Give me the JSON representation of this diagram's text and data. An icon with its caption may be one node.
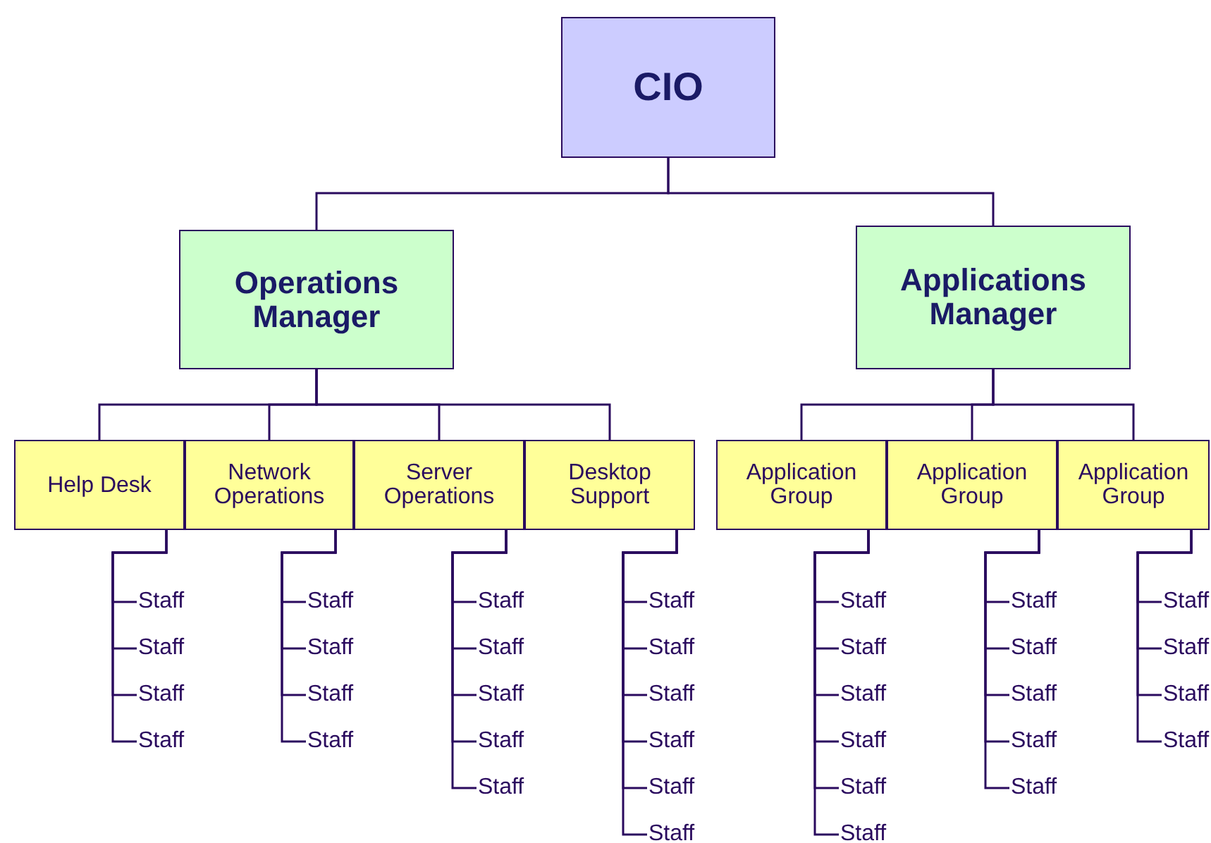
{
  "diagram": {
    "nodes": [
      {
        "text": [
          "CIO"
        ]
      },
      {
        "text": [
          "Operations Manager"
        ]
      },
      {
        "text": [
          "Applications Manager"
        ]
      },
      {
        "text": [
          "Help Desk"
        ]
      },
      {
        "text": [
          "Network Operations"
        ]
      },
      {
        "text": [
          "Server Operations"
        ]
      },
      {
        "text": [
          "Desktop Support"
        ]
      },
      {
        "text": [
          "Application Group"
        ]
      },
      {
        "text": [
          "Application Group"
        ]
      },
      {
        "text": [
          "Application Group"
        ]
      },
      {
        "text": [
          "Staff"
        ]
      },
      {
        "text": [
          "Staff"
        ]
      },
      {
        "text": [
          "Staff"
        ]
      },
      {
        "text": [
          "Staff"
        ]
      },
      {
        "text": [
          "Staff"
        ]
      },
      {
        "text": [
          "Staff"
        ]
      },
      {
        "text": [
          "Staff"
        ]
      },
      {
        "text": [
          "Staff"
        ]
      },
      {
        "text": [
          "Staff"
        ]
      },
      {
        "text": [
          "Staff"
        ]
      },
      {
        "text": [
          "Staff"
        ]
      },
      {
        "text": [
          "Staff"
        ]
      },
      {
        "text": [
          "Staff"
        ]
      },
      {
        "text": [
          "Staff"
        ]
      },
      {
        "text": [
          "Staff"
        ]
      },
      {
        "text": [
          "Staff"
        ]
      },
      {
        "text": [
          "Staff"
        ]
      },
      {
        "text": [
          "Staff"
        ]
      },
      {
        "text": [
          "Staff"
        ]
      },
      {
        "text": [
          "Staff"
        ]
      },
      {
        "text": [
          "Staff"
        ]
      },
      {
        "text": [
          "Staff"
        ]
      },
      {
        "text": [
          "Staff"
        ]
      },
      {
        "text": [
          "Staff"
        ]
      },
      {
        "text": [
          "Staff"
        ]
      },
      {
        "text": [
          "Staff"
        ]
      },
      {
        "text": [
          "Staff"
        ]
      },
      {
        "text": [
          "Staff"
        ]
      },
      {
        "text": [
          "Staff"
        ]
      },
      {
        "text": [
          "Staff"
        ]
      },
      {
        "text": [
          "Staff"
        ]
      },
      {
        "text": [
          "Staff"
        ]
      },
      {
        "text": [
          "Staff"
        ]
      },
      {
        "text": [
          "Staff"
        ]
      }
    ],
    "edges": [
      {
        "from": 0,
        "to": 1,
        "arrow": "none"
      },
      {
        "from": 0,
        "to": 2,
        "arrow": "none"
      },
      {
        "from": 1,
        "to": 3,
        "arrow": "none"
      },
      {
        "from": 1,
        "to": 4,
        "arrow": "none"
      },
      {
        "from": 1,
        "to": 5,
        "arrow": "none"
      },
      {
        "from": 1,
        "to": 6,
        "arrow": "none"
      },
      {
        "from": 2,
        "to": 7,
        "arrow": "none"
      },
      {
        "from": 2,
        "to": 8,
        "arrow": "none"
      },
      {
        "from": 2,
        "to": 9,
        "arrow": "none"
      },
      {
        "from": 3,
        "to": 10,
        "arrow": "none"
      },
      {
        "from": 3,
        "to": 11,
        "arrow": "none"
      },
      {
        "from": 3,
        "to": 12,
        "arrow": "none"
      },
      {
        "from": 3,
        "to": 13,
        "arrow": "none"
      },
      {
        "from": 4,
        "to": 14,
        "arrow": "none"
      },
      {
        "from": 4,
        "to": 15,
        "arrow": "none"
      },
      {
        "from": 4,
        "to": 16,
        "arrow": "none"
      },
      {
        "from": 4,
        "to": 17,
        "arrow": "none"
      },
      {
        "from": 5,
        "to": 18,
        "arrow": "none"
      },
      {
        "from": 5,
        "to": 19,
        "arrow": "none"
      },
      {
        "from": 5,
        "to": 20,
        "arrow": "none"
      },
      {
        "from": 5,
        "to": 21,
        "arrow": "none"
      },
      {
        "from": 5,
        "to": 22,
        "arrow": "none"
      },
      {
        "from": 6,
        "to": 23,
        "arrow": "none"
      },
      {
        "from": 6,
        "to": 24,
        "arrow": "none"
      },
      {
        "from": 6,
        "to": 25,
        "arrow": "none"
      },
      {
        "from": 6,
        "to": 26,
        "arrow": "none"
      },
      {
        "from": 6,
        "to": 27,
        "arrow": "none"
      },
      {
        "from": 6,
        "to": 28,
        "arrow": "none"
      },
      {
        "from": 7,
        "to": 29,
        "arrow": "none"
      },
      {
        "from": 7,
        "to": 30,
        "arrow": "none"
      },
      {
        "from": 7,
        "to": 31,
        "arrow": "none"
      },
      {
        "from": 7,
        "to": 32,
        "arrow": "none"
      },
      {
        "from": 7,
        "to": 33,
        "arrow": "none"
      },
      {
        "from": 7,
        "to": 34,
        "arrow": "none"
      },
      {
        "from": 8,
        "to": 35,
        "arrow": "none"
      },
      {
        "from": 8,
        "to": 36,
        "arrow": "none"
      },
      {
        "from": 8,
        "to": 37,
        "arrow": "none"
      },
      {
        "from": 8,
        "to": 38,
        "arrow": "none"
      },
      {
        "from": 8,
        "to": 39,
        "arrow": "none"
      },
      {
        "from": 9,
        "to": 40,
        "arrow": "none"
      },
      {
        "from": 9,
        "to": 41,
        "arrow": "none"
      },
      {
        "from": 9,
        "to": 42,
        "arrow": "none"
      },
      {
        "from": 9,
        "to": 43,
        "arrow": "none"
      }
    ]
  }
}
